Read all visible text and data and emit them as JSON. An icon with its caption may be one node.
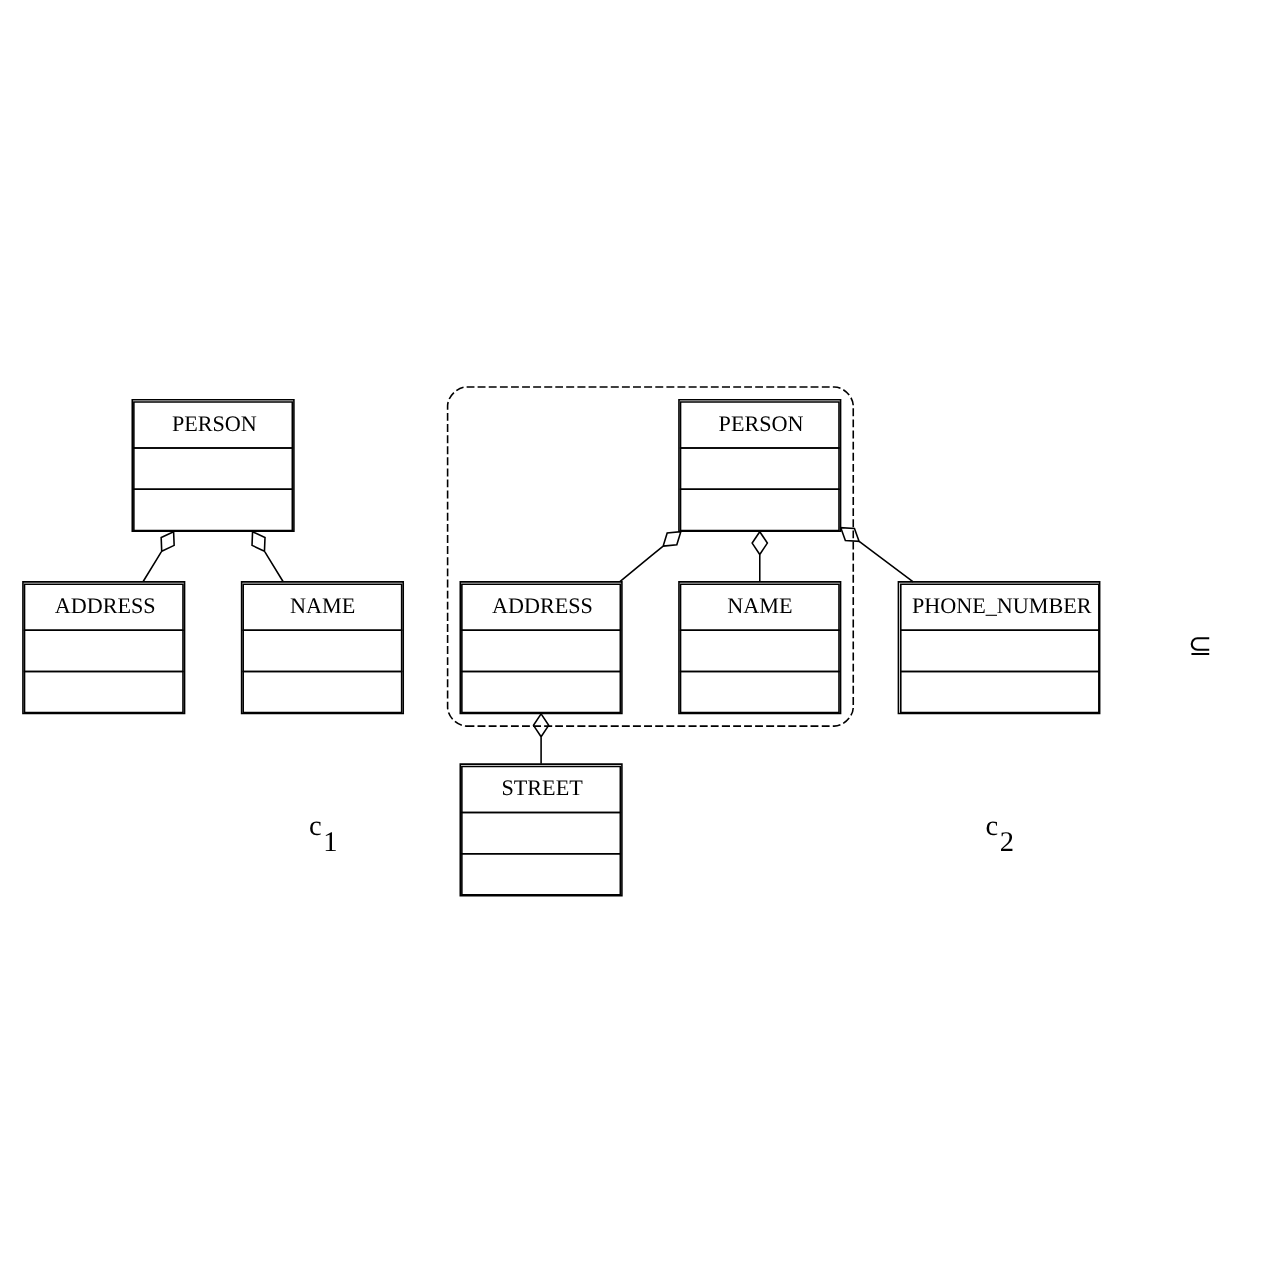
{
  "diagram": {
    "nodes": [
      {
        "text": [
          "PERSON"
        ]
      },
      {
        "text": [
          "ADDRESS"
        ]
      },
      {
        "text": [
          "NAME"
        ]
      },
      {
        "text": [],
        "shape": "cloud"
      },
      {
        "text": [
          "PERSON"
        ],
        "in": 3
      },
      {
        "text": [
          "ADDRESS"
        ],
        "in": 3
      },
      {
        "text": [
          "STREET"
        ]
      },
      {
        "text": [
          "NAME"
        ],
        "in": 3
      },
      {
        "text": [
          "PHONE_NUMBER"
        ]
      }
    ],
    "edges": [
      {
        "from": 0,
        "to": 1,
        "arrow": "other"
      },
      {
        "from": 0,
        "to": 2,
        "arrow": "other"
      },
      {
        "from": 4,
        "to": 5,
        "arrow": "other"
      },
      {
        "from": 5,
        "to": 6,
        "arrow": "other"
      },
      {
        "from": 4,
        "to": 7,
        "arrow": "other"
      },
      {
        "from": 4,
        "to": 8,
        "arrow": "other"
      }
    ],
    "labels": [
      "c$_{1}$",
      "⊆",
      "c$_{2}$"
    ]
  }
}
